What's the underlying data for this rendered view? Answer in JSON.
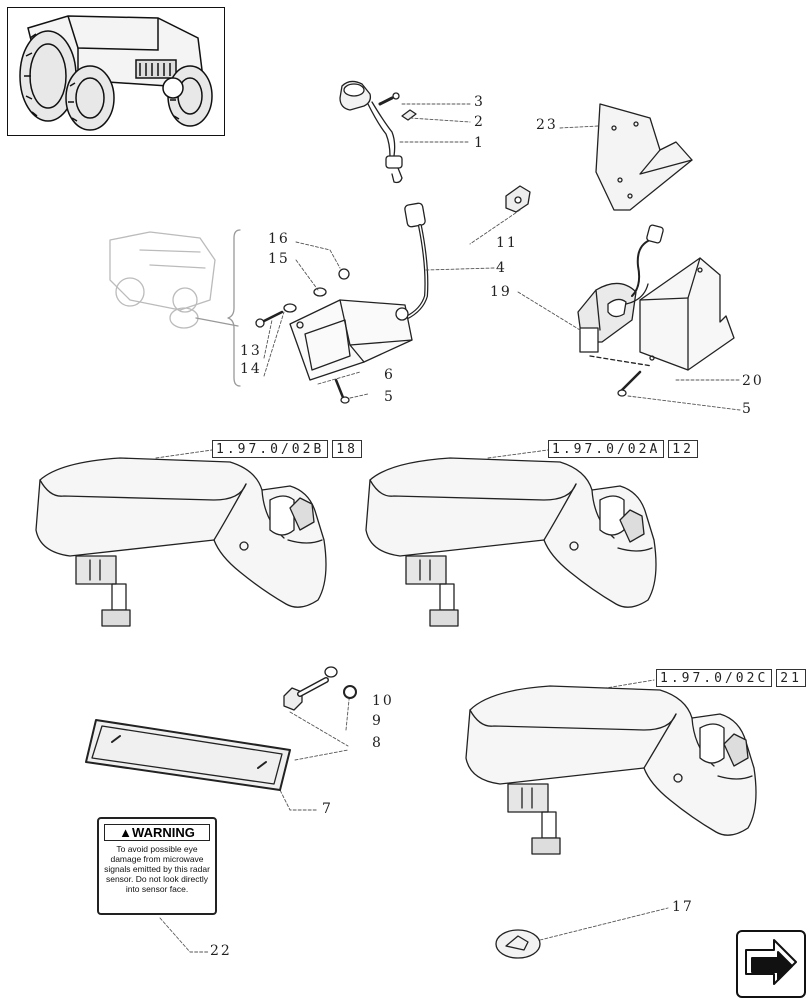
{
  "callouts": [
    {
      "id": "c1",
      "text": "1"
    },
    {
      "id": "c2",
      "text": "2"
    },
    {
      "id": "c3",
      "text": "3"
    },
    {
      "id": "c4",
      "text": "4"
    },
    {
      "id": "c5a",
      "text": "5"
    },
    {
      "id": "c5b",
      "text": "5"
    },
    {
      "id": "c6",
      "text": "6"
    },
    {
      "id": "c7",
      "text": "7"
    },
    {
      "id": "c8",
      "text": "8"
    },
    {
      "id": "c9",
      "text": "9"
    },
    {
      "id": "c10",
      "text": "10"
    },
    {
      "id": "c11",
      "text": "11"
    },
    {
      "id": "c13",
      "text": "13"
    },
    {
      "id": "c14",
      "text": "14"
    },
    {
      "id": "c15",
      "text": "15"
    },
    {
      "id": "c16",
      "text": "16"
    },
    {
      "id": "c17",
      "text": "17"
    },
    {
      "id": "c19",
      "text": "19"
    },
    {
      "id": "c20",
      "text": "20"
    },
    {
      "id": "c22",
      "text": "22"
    },
    {
      "id": "c23",
      "text": "23"
    }
  ],
  "references": [
    {
      "code": "1.97.0/02B",
      "page": "18"
    },
    {
      "code": "1.97.0/02A",
      "page": "12"
    },
    {
      "code": "1.97.0/02C",
      "page": "21"
    }
  ],
  "warning_label": {
    "title": "WARNING",
    "body": "To avoid possible eye damage from microwave signals emitted by this radar sensor. Do not look directly into sensor face."
  },
  "icons": {
    "thumbnail": "tractor-thumbnail-icon",
    "navigation": "next-page-arrow-icon",
    "warning": "warning-triangle-icon"
  }
}
